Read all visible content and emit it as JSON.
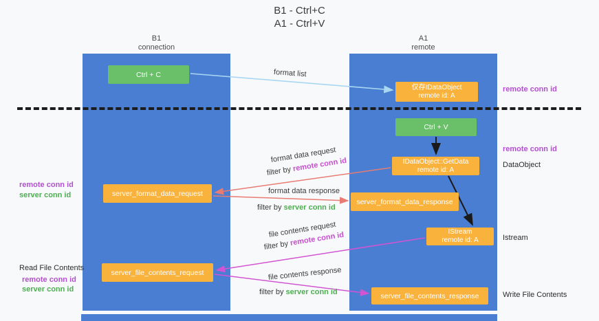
{
  "title": {
    "line1": "B1 - Ctrl+C",
    "line2": "A1 - Ctrl+V"
  },
  "lanes": {
    "left": {
      "name": "B1",
      "sub": "connection"
    },
    "right": {
      "name": "A1",
      "sub": "remote"
    }
  },
  "boxes": {
    "ctrl_c": {
      "label": "Ctrl + C"
    },
    "ctrl_v": {
      "label": "Ctrl + V"
    },
    "idataobject": {
      "line1": "仅存IDataObject",
      "line2": "remote id: A"
    },
    "getdata": {
      "line1": "IDataObject::GetData",
      "line2": "remote id: A"
    },
    "istream": {
      "line1": "IStream",
      "line2": "remote id: A"
    },
    "format_request": {
      "label": "server_format_data_request"
    },
    "format_response": {
      "label": "server_format_data_response"
    },
    "file_request": {
      "label": "server_file_contents_request"
    },
    "file_response": {
      "label": "server_file_contents_response"
    }
  },
  "edge_labels": {
    "format_list": "format list",
    "format_data_request": "format data request",
    "format_data_response": "format data response",
    "file_contents_request": "file contents request",
    "file_contents_response": "file contents response",
    "filter_by": "filter by ",
    "remote_conn_id": "remote conn id",
    "server_conn_id": "server conn id"
  },
  "side_labels": {
    "right_remote_conn_id_1": "remote conn id",
    "right_remote_conn_id_2": "remote conn id",
    "dataobject": "DataObject",
    "istream": "Istream",
    "write_file_contents": "Write File Contents",
    "left_remote_conn_id_1": "remote conn id",
    "left_server_conn_id_1": "server conn id",
    "read_file_contents": "Read File Contents",
    "left_remote_conn_id_2": "remote conn id",
    "left_server_conn_id_2": "server conn id"
  },
  "colors": {
    "lane_blue": "#4a7ed2",
    "box_orange": "#f9b23c",
    "box_green": "#6abf69",
    "magenta_text": "#c84fd0",
    "green_text": "#4caf50",
    "arrow_red": "#e87b72",
    "arrow_blue": "#a9d7f2",
    "arrow_magenta": "#d254d2",
    "arrow_black": "#1a1a1a"
  }
}
